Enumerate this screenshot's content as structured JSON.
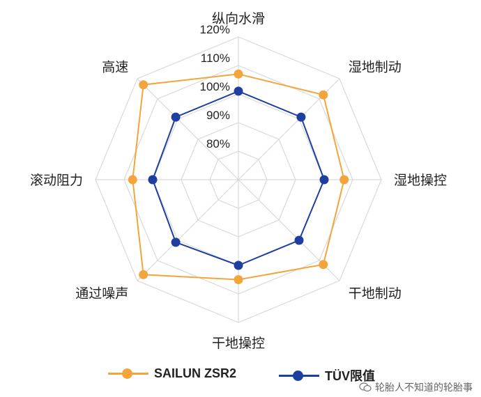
{
  "chart_data": {
    "type": "radar",
    "axes": [
      "纵向水滑",
      "湿地制动",
      "湿地操控",
      "干地制动",
      "干地操控",
      "通过噪声",
      "滚动阻力",
      "高速"
    ],
    "ticks": [
      "80%",
      "90%",
      "100%",
      "110%",
      "120%"
    ],
    "tick_values": [
      80,
      90,
      100,
      110,
      120
    ],
    "range": [
      70,
      120
    ],
    "grid": true,
    "series": [
      {
        "name": "SAILUN ZSR2",
        "color": "#f3a53c",
        "values": [
          107,
          112,
          107,
          112,
          105,
          117,
          107,
          117
        ]
      },
      {
        "name": "TÜV限值",
        "color": "#1f3fa0",
        "values": [
          101,
          101,
          100,
          100,
          100,
          101,
          100,
          101
        ]
      }
    ],
    "legend_position": "bottom"
  },
  "watermark": {
    "text": "轮胎人不知道的轮胎事",
    "icon": "wechat-icon"
  }
}
